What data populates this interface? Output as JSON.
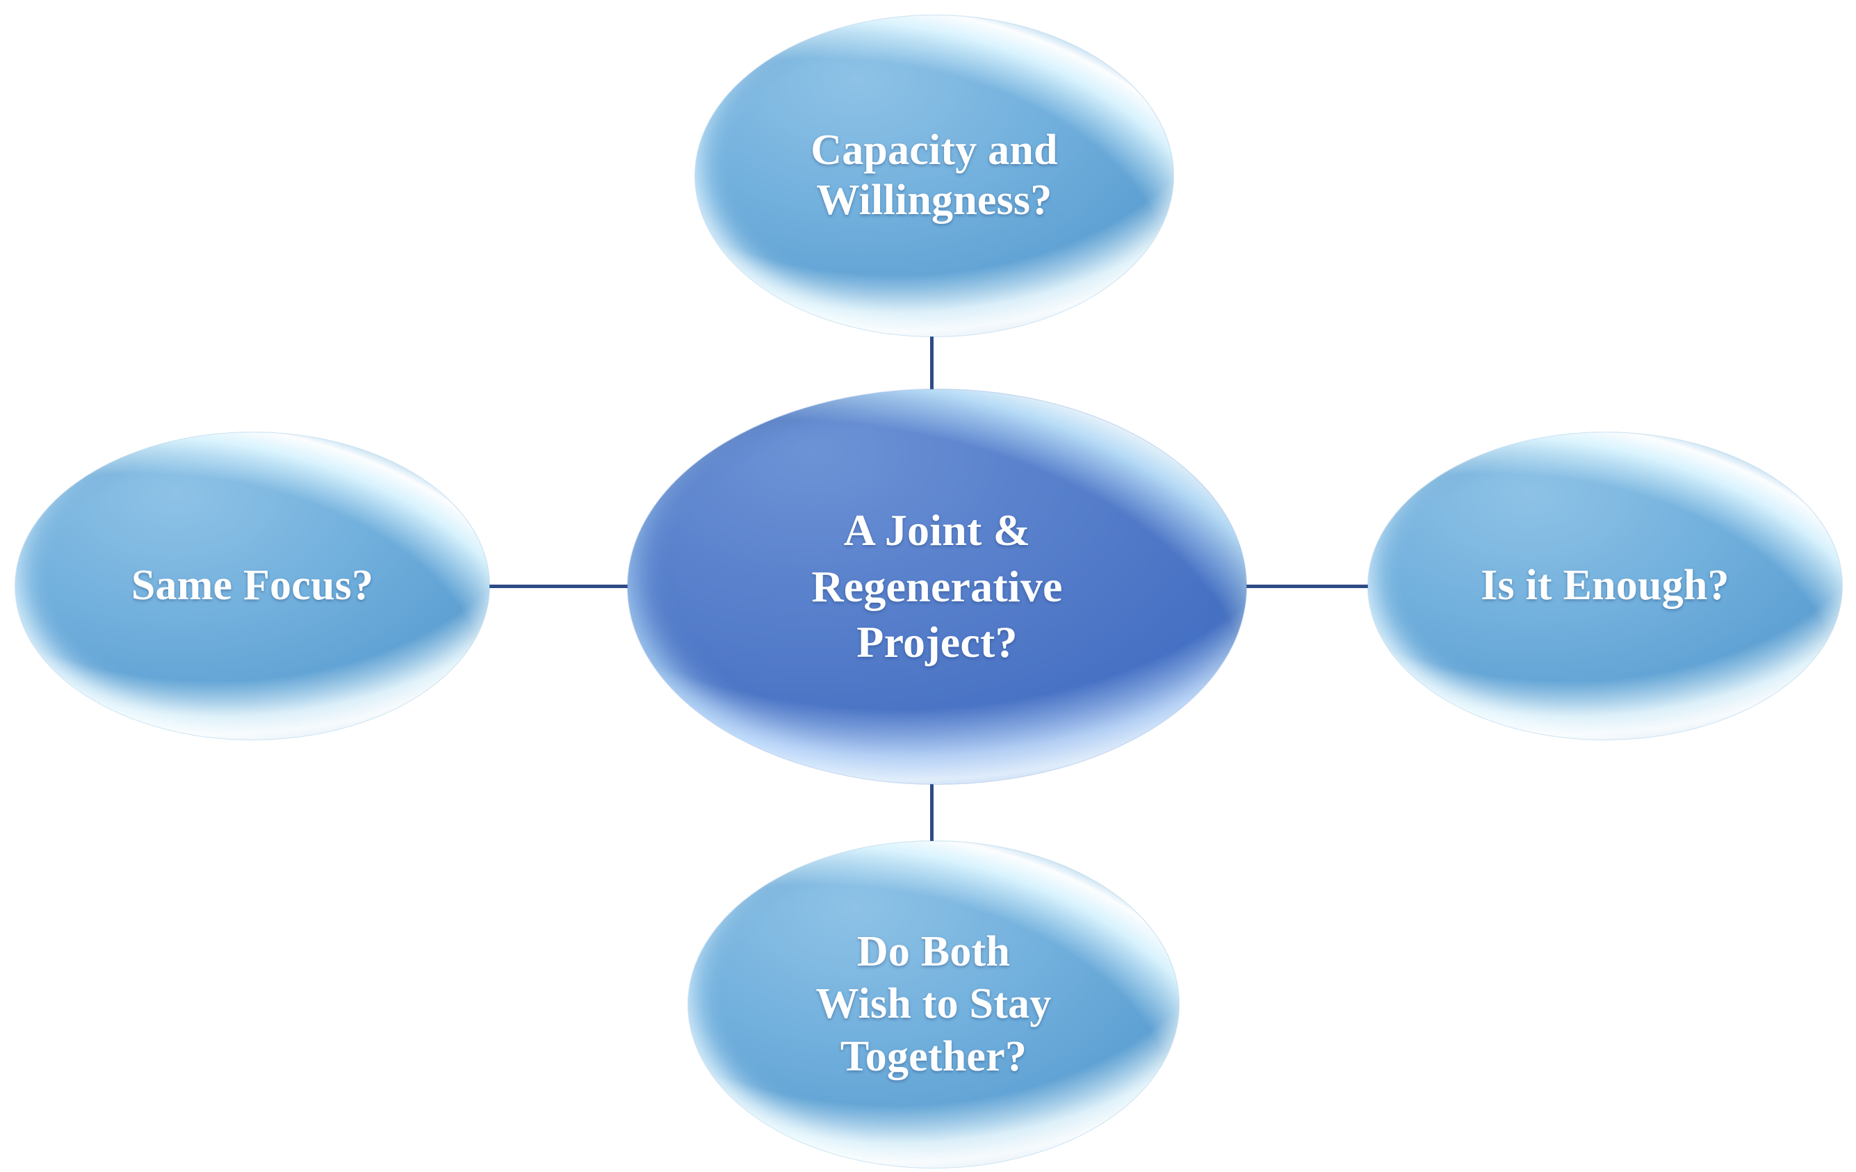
{
  "diagram": {
    "type": "radial-hub-and-spoke",
    "background_color": "#ffffff",
    "connector_color": "#2e4a86",
    "text_color": "#ffffff",
    "hub": {
      "id": "center",
      "label": "A Joint &\nRegenerative\nProject?",
      "fill_color": "#4a72c4"
    },
    "spokes": [
      {
        "id": "top",
        "position": "top",
        "label": "Capacity and\nWillingness?",
        "fill_color": "#5c9fd2"
      },
      {
        "id": "left",
        "position": "left",
        "label": "Same Focus?",
        "fill_color": "#5c9fd2"
      },
      {
        "id": "right",
        "position": "right",
        "label": "Is it Enough?",
        "fill_color": "#5c9fd2"
      },
      {
        "id": "bottom",
        "position": "bottom",
        "label": "Do Both\nWish to Stay\nTogether?",
        "fill_color": "#5c9fd2"
      }
    ],
    "connectors": [
      {
        "id": "top-to-center",
        "from": "top",
        "to": "center",
        "orientation": "vertical"
      },
      {
        "id": "left-to-center",
        "from": "left",
        "to": "center",
        "orientation": "horizontal"
      },
      {
        "id": "right-to-center",
        "from": "center",
        "to": "right",
        "orientation": "horizontal"
      },
      {
        "id": "center-to-bottom",
        "from": "center",
        "to": "bottom",
        "orientation": "vertical"
      }
    ]
  }
}
